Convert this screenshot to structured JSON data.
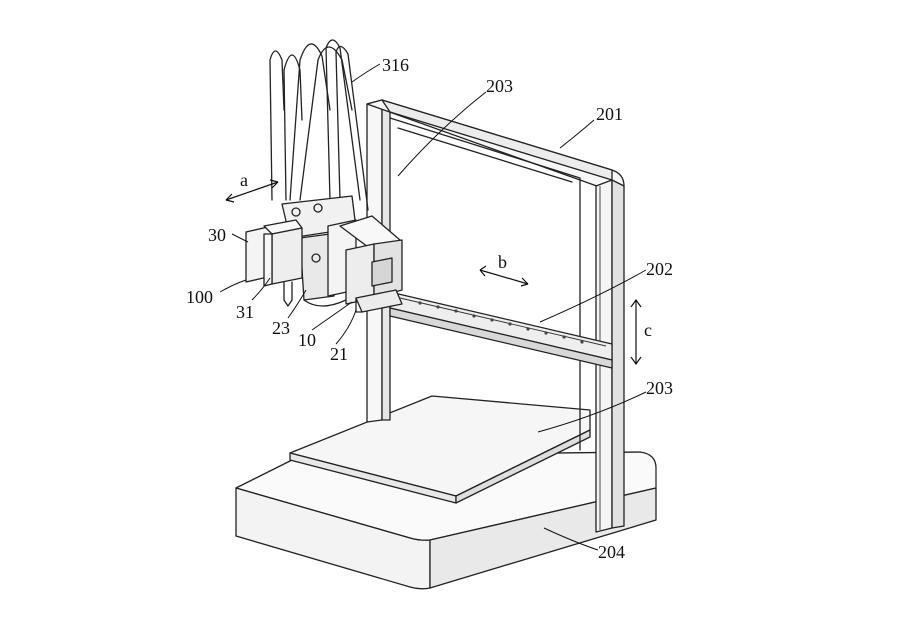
{
  "labels": {
    "l316": "316",
    "l203a": "203",
    "l201": "201",
    "la": "a",
    "l30": "30",
    "lb": "b",
    "l202": "202",
    "l100": "100",
    "lc": "c",
    "l31": "31",
    "l23": "23",
    "l10": "10",
    "l21": "21",
    "l203b": "203",
    "l204": "204"
  }
}
